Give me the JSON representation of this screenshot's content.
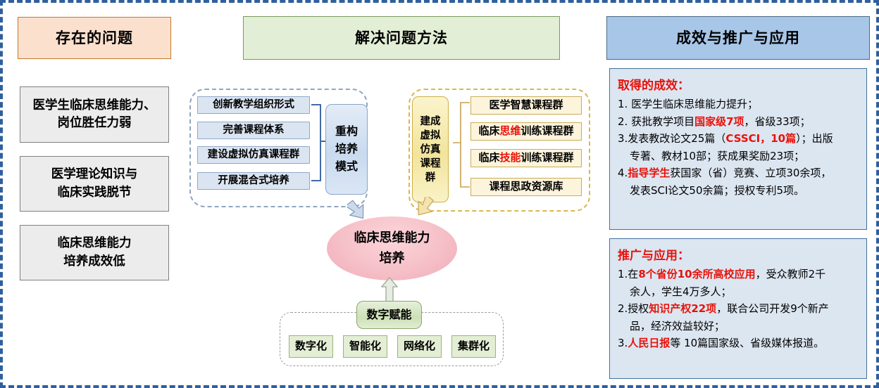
{
  "headers": {
    "problem": "存在的问题",
    "method": "解决问题方法",
    "effect": "成效与推广与应用"
  },
  "problems": [
    {
      "line1": "医学生临床思维能力、",
      "line2": "岗位胜任力弱"
    },
    {
      "line1": "医学理论知识与",
      "line2": "临床实践脱节"
    },
    {
      "line1": "临床思维能力",
      "line2": "培养成效低"
    }
  ],
  "method_blue": {
    "items": [
      "创新教学组织形式",
      "完善课程体系",
      "建设虚拟仿真课程群",
      "开展混合式培养"
    ],
    "capsule": [
      "重构",
      "培养",
      "模式"
    ]
  },
  "method_yellow": {
    "capsule": [
      "建成",
      "虚拟",
      "仿真",
      "课程",
      "群"
    ],
    "items": [
      {
        "pre": "医学智慧课程群",
        "hl": "",
        "post": ""
      },
      {
        "pre": "临床",
        "hl": "思维",
        "post": "训练课程群"
      },
      {
        "pre": "临床",
        "hl": "技能",
        "post": "训练课程群"
      },
      {
        "pre": "课程思政资源库",
        "hl": "",
        "post": ""
      }
    ]
  },
  "center": {
    "line1": "临床思维能力",
    "line2": "培养"
  },
  "digital": {
    "capsule": "数字赋能",
    "items": [
      "数字化",
      "智能化",
      "网络化",
      "集群化"
    ]
  },
  "results": {
    "title": "取得的成效：",
    "lines": [
      [
        {
          "t": "1. 医学生临床思维能力提升；",
          "r": false
        }
      ],
      [
        {
          "t": "2. 获批教学项目",
          "r": false
        },
        {
          "t": "国家级7项",
          "r": true
        },
        {
          "t": "，省级33项；",
          "r": false
        }
      ],
      [
        {
          "t": "3.发表教改论文25篇（",
          "r": false
        },
        {
          "t": "CSSCI，10篇",
          "r": true
        },
        {
          "t": "）；出版",
          "r": false
        }
      ],
      [
        {
          "t": "专著、教材10部；获成果奖励23项；",
          "r": false
        }
      ],
      [
        {
          "t": "4.",
          "r": false
        },
        {
          "t": "指导学生",
          "r": true
        },
        {
          "t": "获国家（省）竞赛、立项30余项，",
          "r": false
        }
      ],
      [
        {
          "t": "发表SCI论文50余篇；授权专利5项。",
          "r": false
        }
      ]
    ],
    "indents": [
      false,
      false,
      false,
      true,
      false,
      true
    ]
  },
  "promotion": {
    "title": "推广与应用：",
    "lines": [
      [
        {
          "t": "1.在",
          "r": false
        },
        {
          "t": "8个省份10余所高校应用",
          "r": true
        },
        {
          "t": "，受众教师2千",
          "r": false
        }
      ],
      [
        {
          "t": "余人，学生4万多人；",
          "r": false
        }
      ],
      [
        {
          "t": "2.授权",
          "r": false
        },
        {
          "t": "知识产权22项",
          "r": true
        },
        {
          "t": "，联合公司开发9个新产",
          "r": false
        }
      ],
      [
        {
          "t": "品，经济效益较好；",
          "r": false
        }
      ],
      [
        {
          "t": "3.",
          "r": false
        },
        {
          "t": "人民日报",
          "r": true
        },
        {
          "t": "等 10篇国家级、省级媒体报道。",
          "r": false
        }
      ]
    ],
    "indents": [
      false,
      true,
      false,
      true,
      false
    ]
  },
  "colors": {
    "outer_border": "#2e5f9e",
    "header_problem_bg": "#fbe0cd",
    "header_method_bg": "#e2eed5",
    "header_effect_bg": "#a7c6e8",
    "problem_bg": "#ececec",
    "blue_item_bg": "#dbe5f1",
    "yellow_item_bg": "#fdf4dc",
    "ellipse_bg": "#f5c3cc",
    "green_item_bg": "#e3eed5",
    "panel_bg": "#dce6f1",
    "accent_red": "#e8120b"
  }
}
